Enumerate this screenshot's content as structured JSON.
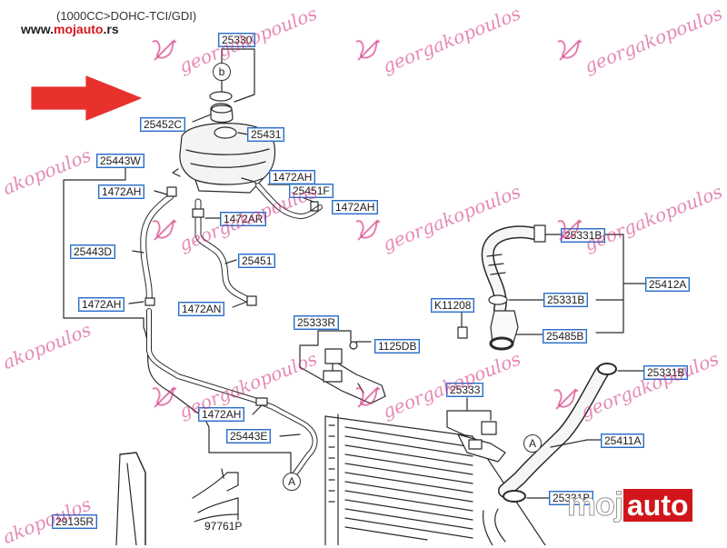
{
  "header": {
    "engine_note": "(1000CC>DOHC-TCI/GDI)",
    "site_url_prefix": "www.",
    "site_url_brand": "mojauto",
    "site_url_suffix": ".rs"
  },
  "callouts": {
    "b": "b",
    "a1": "A",
    "a2": "A"
  },
  "part_labels": {
    "p25330": "25330",
    "p25452c": "25452C",
    "p25431": "25431",
    "p25443w": "25443W",
    "p1472ah_top": "1472AH",
    "p1472ah_mid": "1472AH",
    "p25451f": "25451F",
    "p1472ah_right": "1472AH",
    "p1472ar": "1472AR",
    "p25443d": "25443D",
    "p25451": "25451",
    "p1472ah_left": "1472AH",
    "p1472an": "1472AN",
    "p25331b_top": "25331B",
    "p25412a": "25412A",
    "pk11208": "K11208",
    "p25331b_mid": "25331B",
    "p25333r": "25333R",
    "p1125db": "1125DB",
    "p25485b": "25485B",
    "p25331b_right": "25331B",
    "p25333": "25333",
    "p1472ah_low": "1472AH",
    "p25443e": "25443E",
    "p25411a": "25411A",
    "p25331b_bottom": "25331B",
    "p29135r": "29135R",
    "p97761p": "97761P"
  },
  "watermarks": {
    "text": "georgakopoulos",
    "partial_text": "akopoulos",
    "color": "#d2287a"
  },
  "logo": {
    "moj": "moj",
    "auto": "auto",
    "brand_color": "#d0161b"
  },
  "colors": {
    "label_border": "#2b6cc4",
    "arrow": "#e8302d",
    "line_art": "#2a2a2a"
  }
}
